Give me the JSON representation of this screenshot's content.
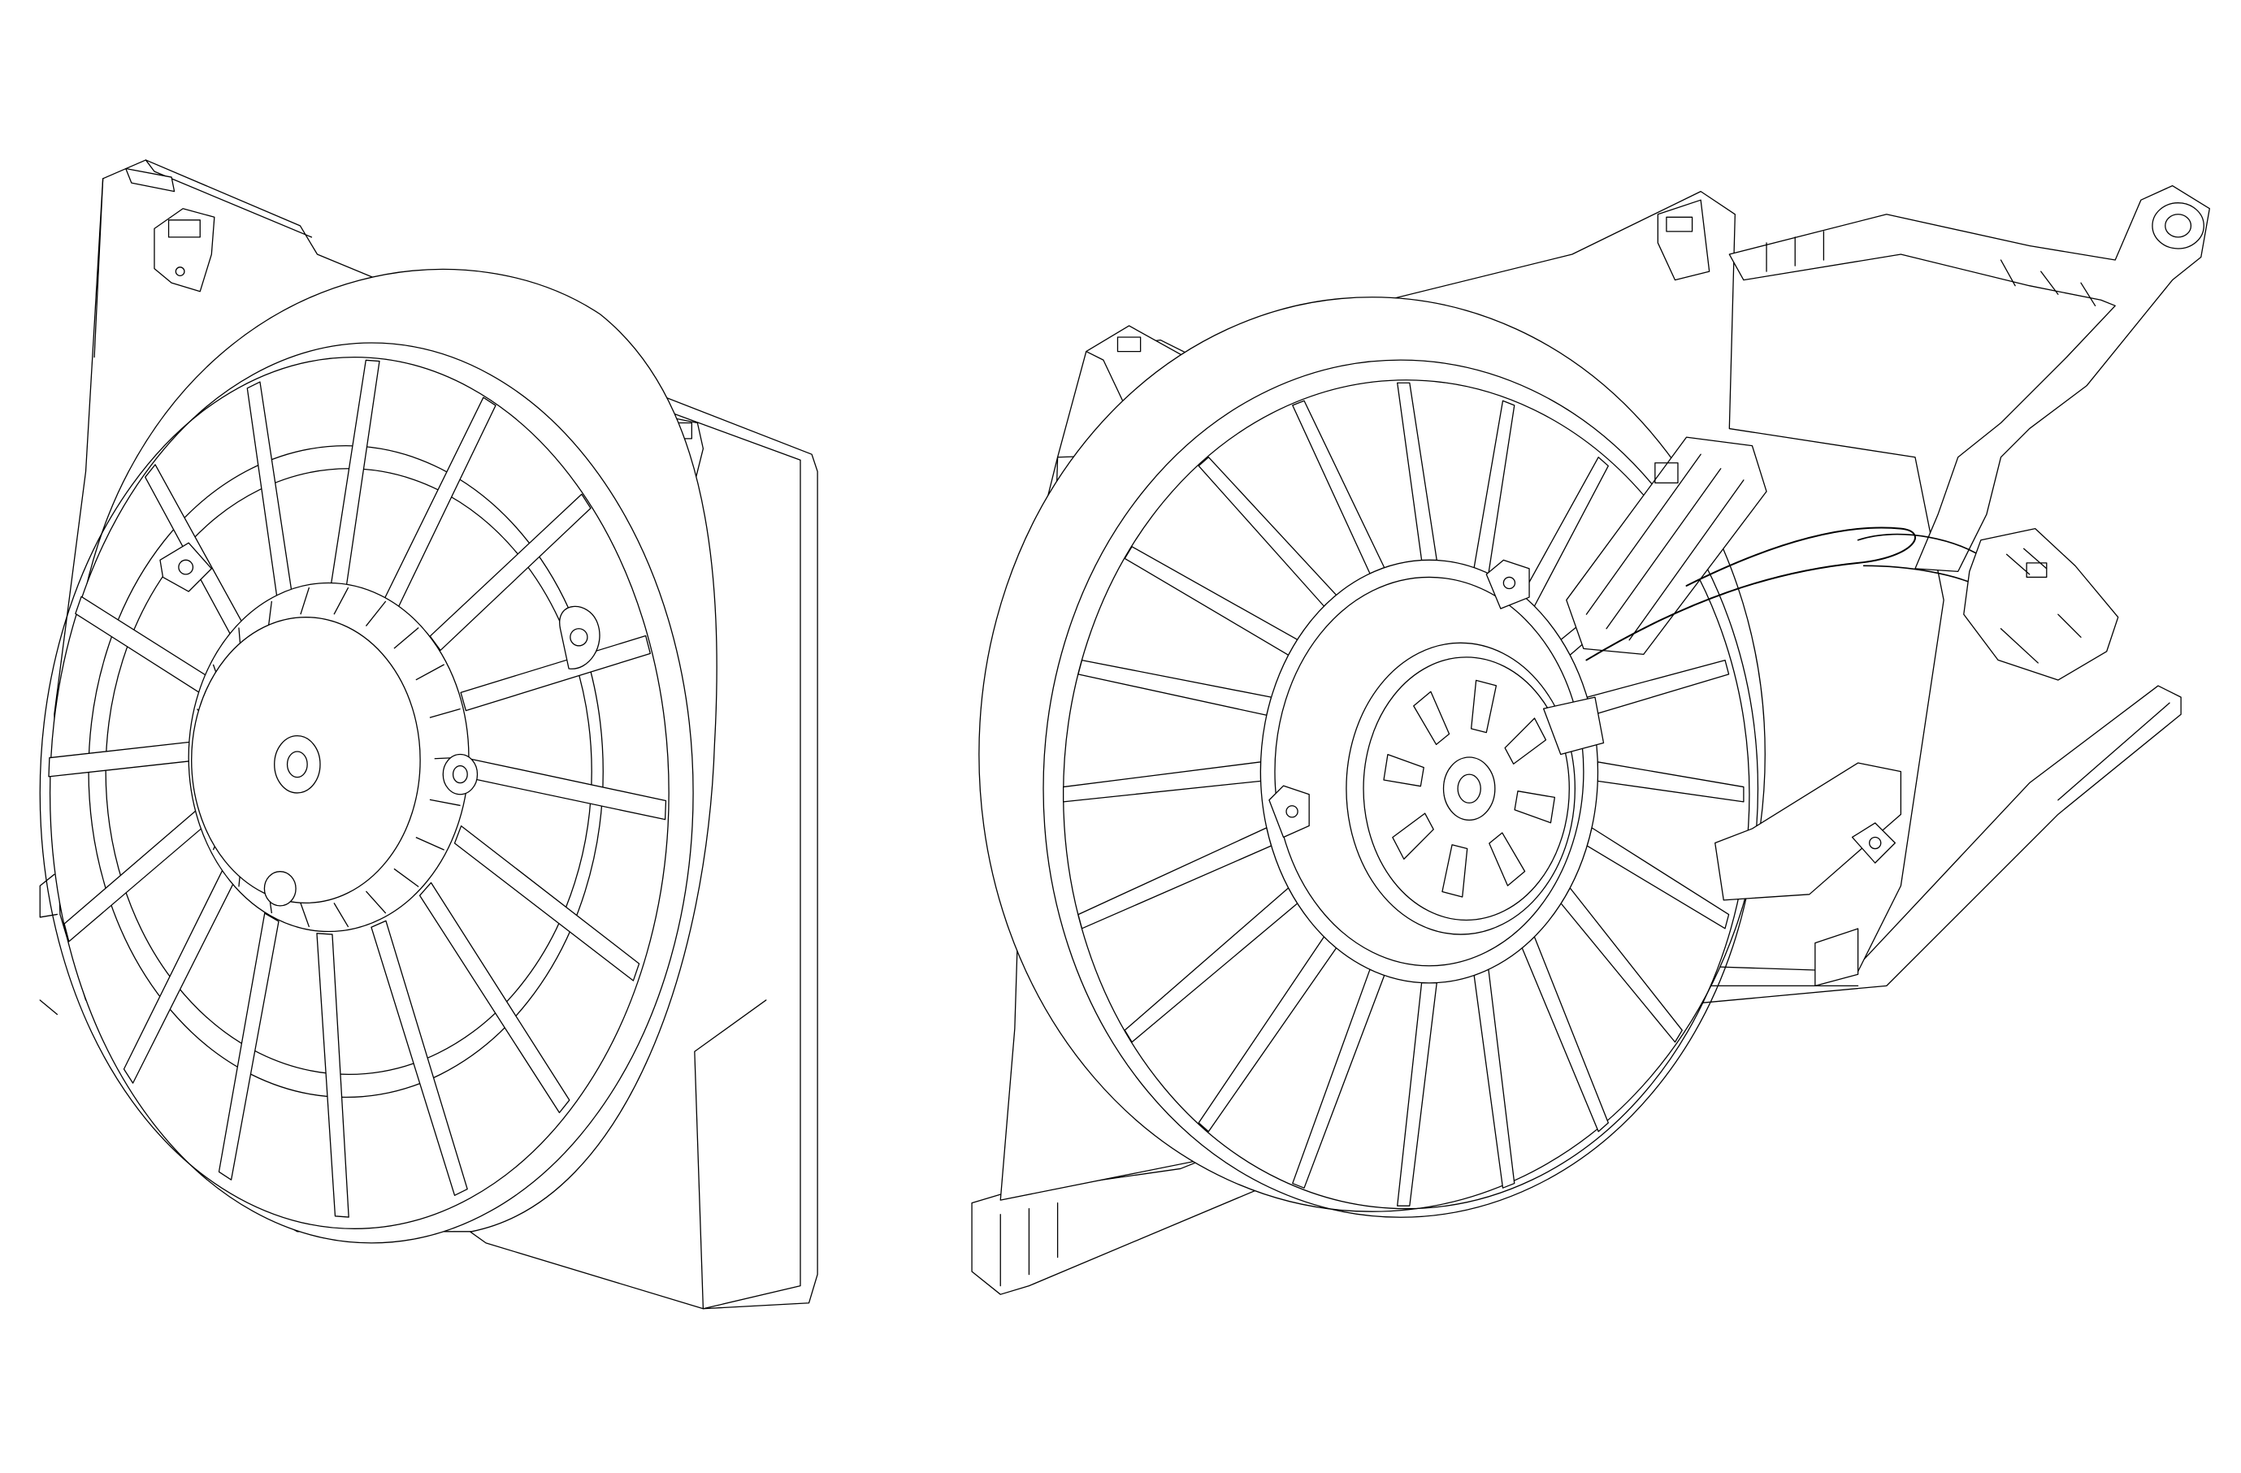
{
  "figure": {
    "background": "#ffffff",
    "line_color": "#000000",
    "views": [
      {
        "id": "front-view",
        "name": "cooling-fan-shroud-front-view",
        "blade_count": 16,
        "shroud_tabs": 3
      },
      {
        "id": "rear-view",
        "name": "cooling-fan-motor-rear-view",
        "blade_count": 20,
        "motor_vents": 8,
        "harness_connector": true
      }
    ]
  }
}
